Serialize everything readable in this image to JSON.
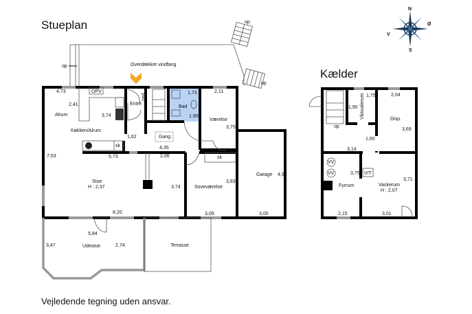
{
  "ground_floor": {
    "title": "Stueplan",
    "covered_entry": "Overdækket vindfang",
    "up_labels": [
      "op",
      "op",
      "op"
    ],
    "rooms": {
      "alrum": "Alrum",
      "kitchen": "Køkken/Alrum",
      "opv": "OPV",
      "entre": "Entré",
      "ned": "ned",
      "bad": "Bad",
      "vaerelse": "Værelse",
      "gang": "Gang",
      "sk1": "sk",
      "sk2": "sk",
      "stue": "Stue",
      "stue_height": "H : 2,37",
      "sovevaerelse": "Soveværelse",
      "garage": "Garage",
      "udestue": "Udestue",
      "terrasse": "Terrasse"
    },
    "dimensions": [
      "4,73",
      "2,41",
      "3,74",
      "1,73",
      "1,95",
      "2,11",
      "3,75",
      "1,62",
      "4,35",
      "5,73",
      "2,06",
      "7,53",
      "3,74",
      "3,83",
      "4,91",
      "8,20",
      "3,09",
      "3,00",
      "5,84",
      "3,47",
      "2,74"
    ]
  },
  "basement": {
    "title": "Kælder",
    "rooms": {
      "viktualierum": "Viktualierum",
      "disp": "Disp.",
      "fyrrum": "Fyrrum",
      "vaskerum": "Vaskerum",
      "vaskerum_height": "H : 2,07",
      "vt": "V/T",
      "vv1": "VV",
      "vv2": "VV",
      "op": "op"
    },
    "dimensions": [
      "1,75",
      "2,04",
      "1,90",
      "3,69",
      "1,60",
      "3,14",
      "3,75",
      "3,71",
      "2,15",
      "3,01"
    ]
  },
  "compass": {
    "n": "N",
    "s": "S",
    "v": "V",
    "o": "Ø"
  },
  "disclaimer": "Vejledende tegning uden ansvar.",
  "colors": {
    "bath": "#b9d3f5",
    "arrow": "#f5a623"
  }
}
